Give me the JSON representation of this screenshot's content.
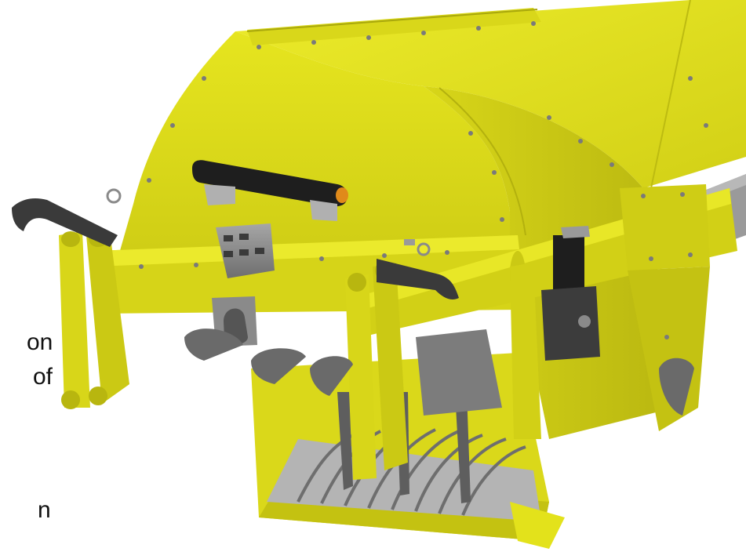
{
  "text_fragments": [
    "on",
    "of",
    "n"
  ],
  "colors": {
    "body_yellow": "#E3E21B",
    "body_yellow_shadow": "#C9C712",
    "body_yellow_dark": "#B5B30F",
    "steel_grey": "#8A8A8A",
    "steel_dark": "#555555",
    "black_part": "#1E1E1E",
    "background": "#FFFFFF"
  }
}
